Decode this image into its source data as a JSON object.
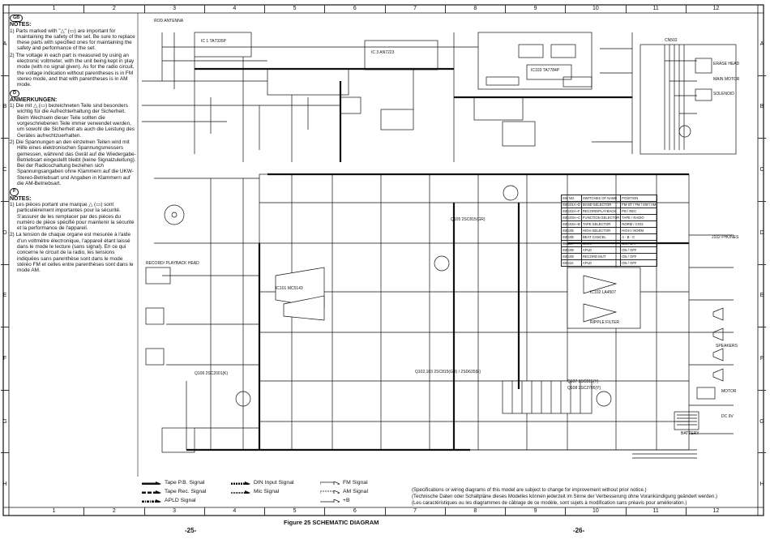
{
  "grid": {
    "columns": [
      "1",
      "2",
      "3",
      "4",
      "5",
      "6",
      "7",
      "8",
      "9",
      "10",
      "11",
      "12"
    ],
    "rows": [
      "A",
      "B",
      "C",
      "D",
      "E",
      "F",
      "G",
      "H"
    ]
  },
  "notes": {
    "gb": {
      "badge": "GB",
      "heading": "NOTES:",
      "items": [
        "1) Parts marked with \"△\" (▭) are important for maintaining the safety of the set. Be sure to replace these parts with specified ones for maintaining the safety and performance of the set.",
        "2) The voltage in each part is measured by using an electronic voltmeter, with the unit being kept in play mode (with no signal given). As for the radio circuit, the voltage indication without parentheses is in FM stereo mode, and that with parentheses is in AM mode."
      ]
    },
    "d": {
      "badge": "D",
      "heading": "ANMERKUNGEN:",
      "items": [
        "1) Die mit △ (▭) bezeichneten Teile sind besonders wichtig für die Aufrechterhaltung der Sicherheit. Beim Wechseln dieser Teile sollten die vorgeschriebenen Teile immer verwendet werden, um sowohl die Sicherheit als auch die Leistung des Gerätes aufrechtzuerhalten.",
        "2) Die Spannungen an den einzelnen Teilen wird mit Hilfe eines elektronischen Spannungsmessers gemessen, während das Gerät auf die Wiedergabe-Betriebsart eingestellt bleibt (keine Signalzuleitung). Bei der Radioschaltung beziehen sich Spannungsangaben ohne Klammern auf die UKW-Stereo-Betriebsart und Angaben in Klammern auf die AM-Betriebsart."
      ]
    },
    "f": {
      "badge": "F",
      "heading": "NOTES:",
      "items": [
        "1) Les pièces portant une marque △ (▭) sont particulièrement importantes pour la sécurité. S'assurer de les remplacer par des pièces du numéro de pièce spécifié pour maintenir la sécurité et la performance de l'appareil.",
        "2) La tension de chaque organe est mesurée à l'aide d'un voltmètre électronique, l'appareil étant laissé dans le mode le lecture (sans signal). En ce qui concerne le circuit de la radio, les tensions indiquées sans parenthèse sont dans le mode stéréo FM et celles entre parenthèses sont dans le mode AM."
      ]
    }
  },
  "components": {
    "ic1": "IC 1 TA7335P",
    "ic3": "IC 3 AN7223",
    "ic101": "IC101 MC5143",
    "ic102": "IC102 LA4507",
    "ic103": "IC103 TA7784P",
    "ripple_filter": "RIPPLE FILTER",
    "cnb02": "CN502",
    "erase_head": "ERASE HEAD",
    "main_motor": "MAIN MOTOR",
    "solenoid": "SOLENOID",
    "q105": "Q105 2SC815(GR)",
    "q106": "Q106 2SC2001(K)",
    "q107": "Q107 2SC815(Y)",
    "q108": "Q108 2SC2705(Y)",
    "q102_103": "Q102,103 2SC815(GR) / 2SD635(E)",
    "phones": "J102 PHONES",
    "speakers": "SPEAKERS",
    "battery": "BATTERY",
    "dc": "DC 9V",
    "motor": "MOTOR",
    "fm_antenna": "ROD ANTENNA",
    "tape_head": "RECORD/ PLAYBACK HEAD"
  },
  "switch_table": {
    "headers": [
      "SW NO.",
      "SWITCHES OF NAME",
      "POSITION"
    ],
    "rows": [
      [
        "SW101A~D",
        "BAND SELECTOR",
        "FM·ST / FM / SW / AM"
      ],
      [
        "SW102A~F",
        "RECORD/PLAYBACK",
        "PB / REC"
      ],
      [
        "SW103A~C",
        "FUNCTION SELECTOR",
        "TAPE / RADIO"
      ],
      [
        "SW104A~B",
        "TAPE SELECTOR",
        "NORM / CrO2"
      ],
      [
        "SW105",
        "HIGH SELECTOR",
        "HIGH / NORM"
      ],
      [
        "SW106",
        "BEAT CANCEL",
        "A - B - C"
      ],
      [
        "SW107",
        "MAIN",
        "ON / OFF"
      ],
      [
        "SW108",
        "APLD",
        "ON / OFF"
      ],
      [
        "SW109",
        "RECORD MUT",
        "ON / OFF"
      ],
      [
        "SW110",
        "APLD",
        "ON / OFF"
      ]
    ]
  },
  "legend": {
    "tape_pb": "Tape P.B. Signal",
    "tape_rec": "Tape Rec. Signal",
    "apld": "APLD Signal",
    "din": "DIN Input Signal",
    "mic": "Mic Signal",
    "fm": "FM Signal",
    "am": "AM Signal",
    "b": "+B"
  },
  "disclaimer": [
    "(Specifications or wiring diagrams of this model are subject to change for improvement without prior notice.)",
    "(Technische Daten oder Schaltpläne dieses Modelles können jederzeit im Sinne der Verbesserung ohne Vorankündigung geändert werden.)",
    "(Les caractéristiques ou les diagrammes de câblage de ce modèle, sont sujets à modification sans préavis pour amélioration.)"
  ],
  "caption": "Figure 25 SCHEMATIC DIAGRAM",
  "page_left": "-25-",
  "page_right": "-26-"
}
